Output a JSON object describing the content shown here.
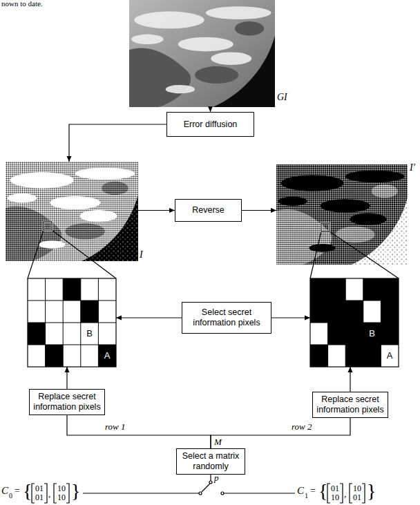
{
  "diagram": {
    "nodes": [
      {
        "text": [
          "GI"
        ]
      },
      {
        "text": [
          "Error diffusion"
        ]
      },
      {
        "text": [
          "I"
        ]
      },
      {
        "text": [
          "Reverse"
        ]
      },
      {
        "text": [
          "I'"
        ]
      },
      {
        "text": [
          "B",
          "A"
        ]
      },
      {
        "text": [
          "Select secret information pixels"
        ]
      },
      {
        "text": [
          "B",
          "A"
        ]
      },
      {
        "text": [
          "Replace secret information pixels"
        ]
      },
      {
        "text": [
          "Replace secret information pixels"
        ]
      },
      {
        "text": [
          "Select a matrix randomly"
        ]
      }
    ],
    "edges": [
      {
        "from": 0,
        "to": 1,
        "arrow": "to"
      },
      {
        "from": 1,
        "to": 2,
        "arrow": "to"
      },
      {
        "from": 2,
        "to": 3,
        "arrow": "to"
      },
      {
        "from": 3,
        "to": 4,
        "arrow": "to"
      },
      {
        "from": 2,
        "to": 5,
        "arrow": "none"
      },
      {
        "from": 4,
        "to": 7,
        "arrow": "none"
      },
      {
        "from": 6,
        "to": 5,
        "arrow": "to"
      },
      {
        "from": 6,
        "to": 7,
        "arrow": "to"
      },
      {
        "from": 8,
        "to": 5,
        "arrow": "to"
      },
      {
        "from": 9,
        "to": 7,
        "arrow": "to"
      },
      {
        "from": 10,
        "to": 8,
        "label": "row 1",
        "arrow": "none"
      },
      {
        "from": 10,
        "to": 9,
        "label": "row 2",
        "arrow": "none"
      }
    ],
    "labels": [
      "nown to date.",
      "M",
      "p",
      "C",
      "0",
      "=",
      "{",
      "01",
      "01",
      ",",
      "10",
      "10",
      "}",
      "C",
      "1",
      "=",
      "{",
      "01",
      "10",
      ",",
      "10",
      "01",
      "}"
    ]
  }
}
